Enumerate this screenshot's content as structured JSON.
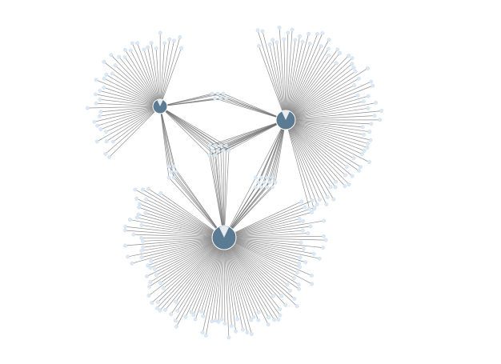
{
  "graph": {
    "hub_color": "#5b7b93",
    "leaf_color": "#dce8f3",
    "edge_color": "#6b6b6b",
    "background": "#ffffff",
    "hubs": [
      {
        "id": "hub-a",
        "degree": 40
      },
      {
        "id": "hub-b",
        "degree": 70
      },
      {
        "id": "hub-c",
        "degree": 110
      }
    ],
    "shared_groups": [
      {
        "id": "a-b",
        "members": [
          "hub-a",
          "hub-b"
        ],
        "count": 6
      },
      {
        "id": "a-c",
        "members": [
          "hub-a",
          "hub-c"
        ],
        "count": 6
      },
      {
        "id": "b-c",
        "members": [
          "hub-b",
          "hub-c"
        ],
        "count": 12
      },
      {
        "id": "a-b-c",
        "members": [
          "hub-a",
          "hub-b",
          "hub-c"
        ],
        "count": 10
      }
    ]
  }
}
